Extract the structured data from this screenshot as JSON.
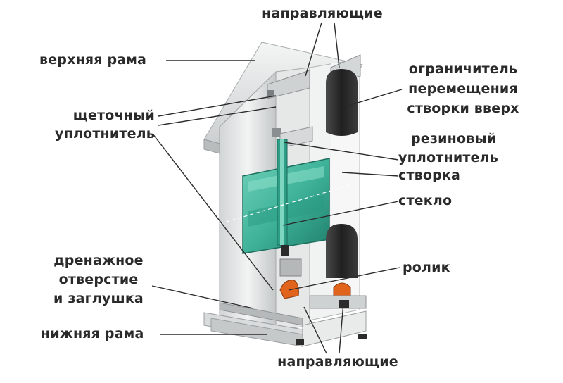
{
  "labels": {
    "guides_top": "направляющие",
    "top_frame": "верхняя рама",
    "brush_seal_1": "щеточный",
    "brush_seal_2": "уплотнитель",
    "limiter_1": "ограничитель",
    "limiter_2": "перемещения",
    "limiter_3": "створки вверх",
    "rubber_seal_1": "резиновый",
    "rubber_seal_2": "уплотнитель",
    "sash": "створка",
    "glass": "стекло",
    "drain_1": "дренажное",
    "drain_2": "отверстие",
    "drain_3": "и заглушка",
    "roller": "ролик",
    "bottom_frame": "нижняя рама",
    "guides_bottom": "направляющие"
  },
  "colors": {
    "frame_light": "#e9ebeb",
    "frame_mid": "#c9cccd",
    "frame_dark": "#9fa3a5",
    "glass": "#3fb39a",
    "glass_dark": "#1f7f6c",
    "rubber": "#2b2b2b",
    "roller": "#e0641c",
    "leader": "#2b2b2b"
  }
}
